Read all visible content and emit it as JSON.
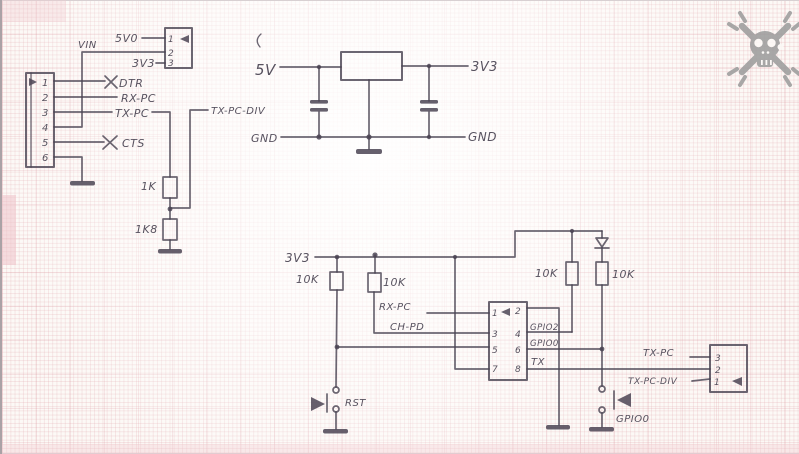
{
  "ink_color": "#4b4453",
  "grid_color": "#e0a5ac",
  "logo": {
    "name": "jolly-wrencher",
    "color": "#9d9d9d"
  },
  "left_header": {
    "pins": [
      "1",
      "2",
      "3",
      "4",
      "5",
      "6"
    ],
    "vin": "VIN",
    "dtr": "DTR",
    "rx_pc": "RX-PC",
    "tx_pc": "TX-PC",
    "cts": "CTS"
  },
  "power_header": {
    "pins": [
      "1",
      "2",
      "3"
    ],
    "v5": "5V0",
    "v3": "3V3"
  },
  "divider": {
    "r_top": "1K",
    "r_bottom": "1K8",
    "net": "TX-PC-DIV"
  },
  "regulator": {
    "vin": "5V",
    "vout": "3V3",
    "gnd_in": "GND",
    "gnd_out": "GND"
  },
  "esp": {
    "rail": "3V3",
    "r_reset": "10K",
    "r_chpd": "10K",
    "r_gpio2": "10K",
    "r_gpio0": "10K",
    "pins_left": [
      "1",
      "3",
      "5",
      "7"
    ],
    "pins_right": [
      "2",
      "4",
      "6",
      "8"
    ],
    "net_rx": "RX-PC",
    "net_chpd": "CH-PD",
    "net_gpio2": "GPIO2",
    "net_gpio0": "GPIO0",
    "net_tx": "TX",
    "btn_reset": "RST",
    "btn_gpio0": "GPIO0"
  },
  "out_header": {
    "pins": [
      "3",
      "2",
      "1"
    ],
    "tx_pc": "TX-PC",
    "tx_pc_div": "TX-PC-DIV"
  }
}
